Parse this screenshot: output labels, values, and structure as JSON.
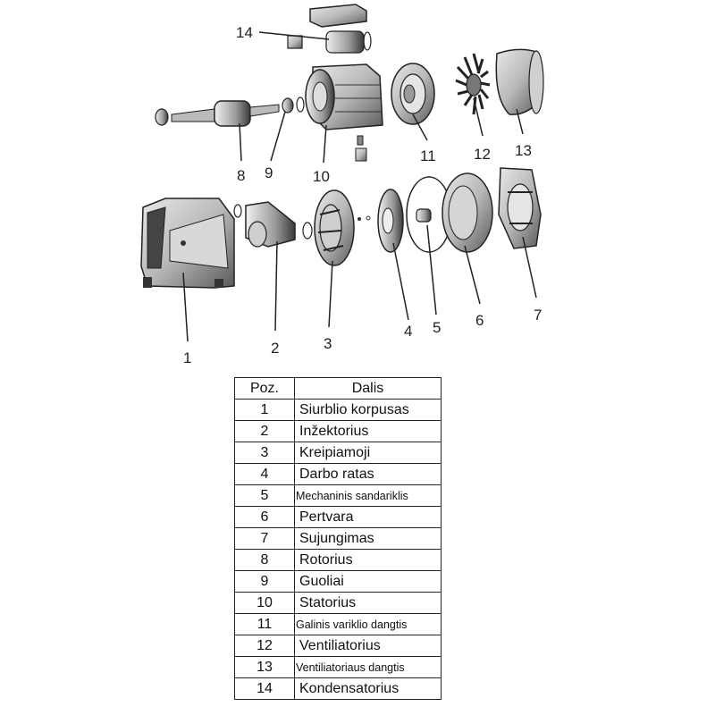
{
  "diagram": {
    "callouts": [
      "1",
      "2",
      "3",
      "4",
      "5",
      "6",
      "7",
      "8",
      "9",
      "10",
      "11",
      "12",
      "13",
      "14"
    ]
  },
  "table": {
    "headers": [
      "Poz.",
      "Dalis"
    ],
    "rows": [
      {
        "pos": "1",
        "part": "Siurblio korpusas"
      },
      {
        "pos": "2",
        "part": "Inžektorius"
      },
      {
        "pos": "3",
        "part": "Kreipiamoji"
      },
      {
        "pos": "4",
        "part": "Darbo ratas"
      },
      {
        "pos": "5",
        "part": "Mechaninis sandariklis"
      },
      {
        "pos": "6",
        "part": "Pertvara"
      },
      {
        "pos": "7",
        "part": "Sujungimas"
      },
      {
        "pos": "8",
        "part": "Rotorius"
      },
      {
        "pos": "9",
        "part": "Guoliai"
      },
      {
        "pos": "10",
        "part": "Statorius"
      },
      {
        "pos": "11",
        "part": "Galinis variklio dangtis"
      },
      {
        "pos": "12",
        "part": "Ventiliatorius"
      },
      {
        "pos": "13",
        "part": "Ventiliatoriaus dangtis"
      },
      {
        "pos": "14",
        "part": "Kondensatorius"
      }
    ]
  }
}
